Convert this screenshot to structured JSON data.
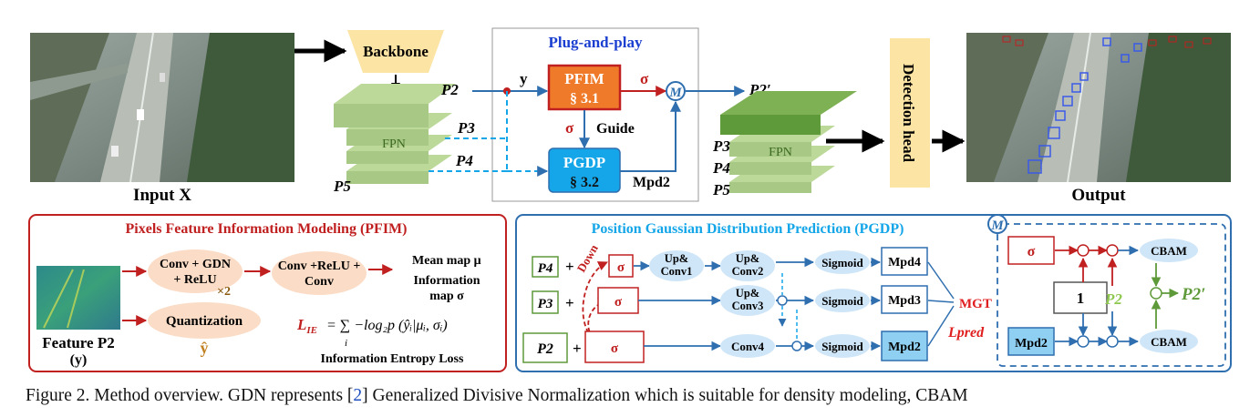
{
  "top": {
    "input_label": "Input X",
    "output_label": "Output",
    "backbone": "Backbone",
    "fpn": "FPN",
    "p2": "P2",
    "p3": "P3",
    "p4": "P4",
    "p5": "P5",
    "p2_prime": "P2′",
    "plug_title": "Plug-and-play",
    "y": "y",
    "sigma": "σ",
    "pfim": "PFIM",
    "pfim_sec": "§ 3.1",
    "pgdp": "PGDP",
    "pgdp_sec": "§ 3.2",
    "guide": "Guide",
    "m": "M",
    "mpd2": "Mpd2",
    "detection_head": "Detection head"
  },
  "pfim_panel": {
    "title": "Pixels Feature Information Modeling (PFIM)",
    "conv_gdn_1": "Conv + GDN",
    "conv_gdn_2": "+ ReLU",
    "times2": "×2",
    "conv_relu_1": "Conv +ReLU +",
    "conv_relu_2": "Conv",
    "mean_map": "Mean map μ",
    "info_map_1": "Information",
    "info_map_2": "map σ",
    "quantization": "Quantization",
    "y_hat": "ŷ",
    "feature_1": "Feature P2",
    "feature_2": "(y)",
    "loss_lhs": "L",
    "loss_sub": "IE",
    "loss_rhs": "= ∑ −log₂p (ŷᵢ|μᵢ, σᵢ)",
    "loss_i": "i",
    "loss_name": "Information Entropy Loss"
  },
  "pgdp_panel": {
    "title": "Position Gaussian Distribution Prediction (PGDP)",
    "p4": "P4",
    "p3": "P3",
    "p2": "P2",
    "plus": "+",
    "down": "Down",
    "sigma": "σ",
    "up_conv1_a": "Up&",
    "up_conv1_b": "Conv1",
    "up_conv2_a": "Up&",
    "up_conv2_b": "Conv2",
    "up_conv3_a": "Up&",
    "up_conv3_b": "Conv3",
    "conv4": "Conv4",
    "sigmoid": "Sigmoid",
    "mpd4": "Mpd4",
    "mpd3": "Mpd3",
    "mpd2": "Mpd2",
    "mgt": "MGT",
    "lpred": "Lpred"
  },
  "m_panel": {
    "m": "M",
    "sigma": "σ",
    "one": "1",
    "p2": "P2",
    "mpd2": "Mpd2",
    "cbam": "CBAM",
    "p2_prime": "P2′"
  },
  "caption": {
    "prefix": "Figure 2.  Method overview.  GDN represents [",
    "ref": "2",
    "suffix": "] Generalized Divisive Normalization which is suitable for density modeling, CBAM"
  },
  "colors": {
    "pfim_orange": "#ef7a2a",
    "pgdp_blue": "#14a6e8",
    "fpn_green": "#bcd99a",
    "dark_green": "#5f9a3a",
    "detect_yellow": "#fbe4a4",
    "red": "#c02020",
    "blue": "#2f6fb0"
  }
}
